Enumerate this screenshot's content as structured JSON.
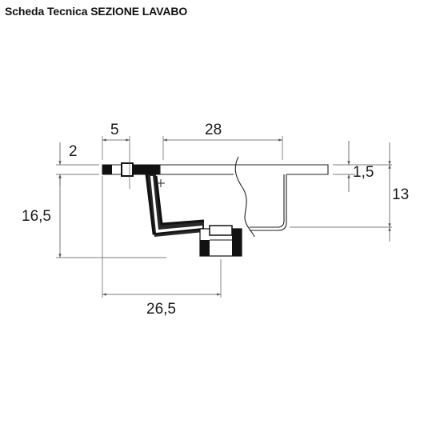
{
  "header": {
    "title_prefix": "Scheda Tecnica",
    "title_main": "SEZIONE LAVABO"
  },
  "dimensions": {
    "d_5": "5",
    "d_28": "28",
    "d_2": "2",
    "d_1_5": "1,5",
    "d_13": "13",
    "d_16_5": "16,5",
    "d_26_5": "26,5"
  },
  "colors": {
    "ink": "#111111",
    "dimension_line": "#555555"
  }
}
